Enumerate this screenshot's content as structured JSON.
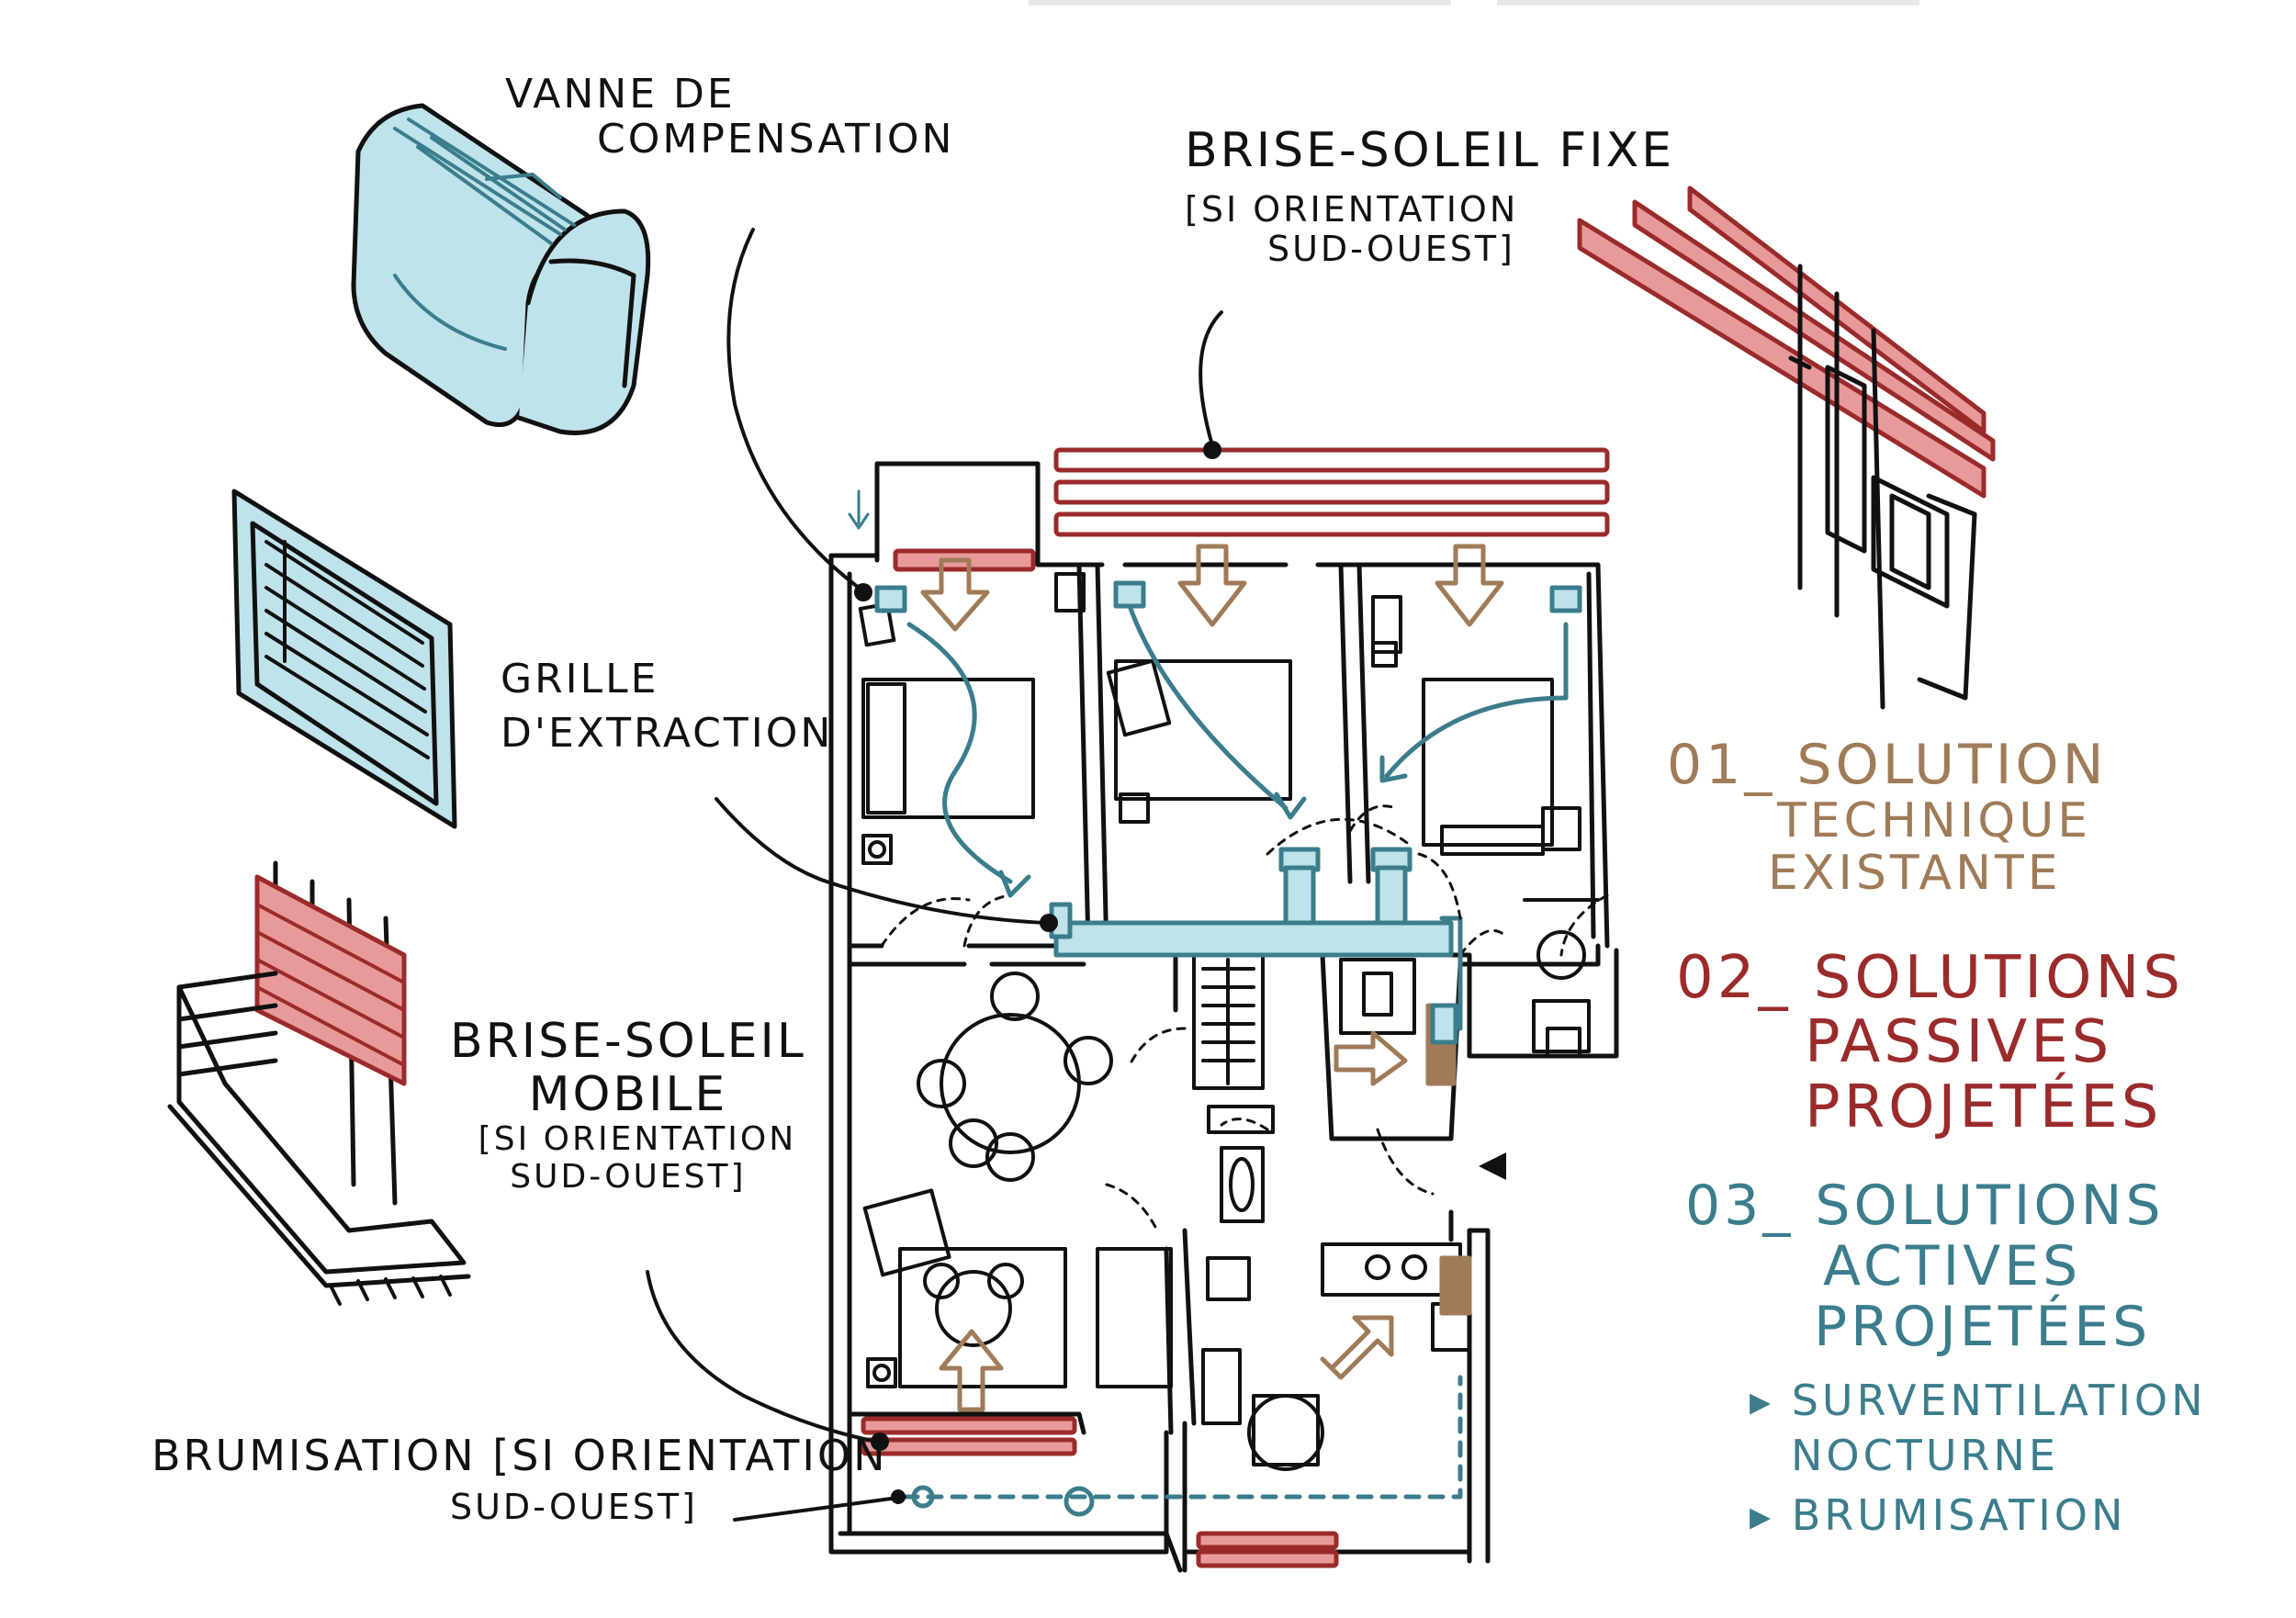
{
  "labels": {
    "vanne_de_compensation": [
      "VANNE DE",
      "COMPENSATION"
    ],
    "brise_soleil_fixe": [
      "BRISE-SOLEIL FIXE",
      "[SI ORIENTATION",
      "SUD-OUEST]"
    ],
    "grille_extraction": [
      "GRILLE",
      "D'EXTRACTION"
    ],
    "brise_soleil_mobile": [
      "BRISE-SOLEIL",
      "MOBILE",
      "[SI ORIENTATION",
      "SUD-OUEST]"
    ],
    "brumisation": [
      "BRUMISATION [SI ORIENTATION",
      "SUD-OUEST]"
    ]
  },
  "legend": {
    "item1": [
      "01_ SOLUTION",
      "TECHNIQUE",
      "EXISTANTE"
    ],
    "item2": [
      "02_ SOLUTIONS",
      "PASSIVES",
      "PROJETÉES"
    ],
    "item3": [
      "03_ SOLUTIONS",
      "ACTIVES",
      "PROJETÉES"
    ],
    "bullets": [
      "▸ SURVENTILATION",
      "NOCTURNE",
      "▸ BRUMISATION"
    ]
  },
  "colors": {
    "existing_brown": "#a07b58",
    "passive_red": "#9b2b2b",
    "active_teal": "#3b7d8c",
    "teal_fill": "#bfe3ea",
    "red_fill": "#e89a9a",
    "ink": "#111111"
  },
  "icons": [
    "air-conditioner-icon",
    "extraction-grille-icon",
    "mobile-sunshade-icon",
    "fixed-sunshade-icon"
  ]
}
